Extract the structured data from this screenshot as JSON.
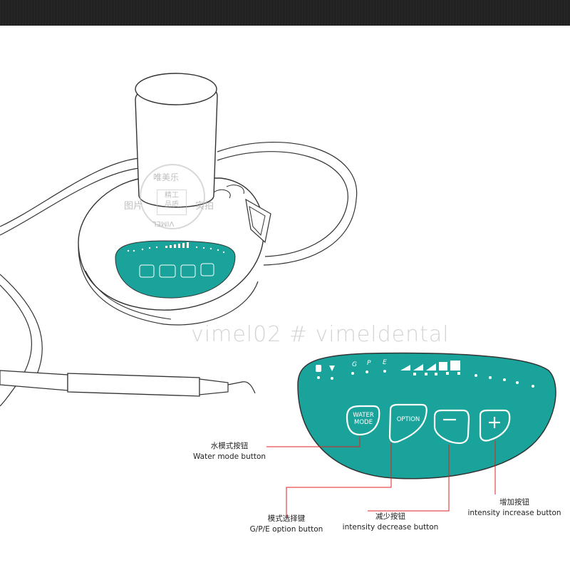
{
  "watermark": {
    "text": "vimel02 # vimeldental"
  },
  "stamp": {
    "top": "唯美乐",
    "middle": "精工\n品质",
    "left": "图片",
    "right": "实拍",
    "bottom": "VIMEL"
  },
  "panel": {
    "mode_letters": [
      "G",
      "P",
      "E"
    ],
    "buttons": {
      "water_mode": "WATER\nMODE",
      "option": "OPTION",
      "decrease": "−",
      "increase": "+"
    },
    "color": "#1aa39a"
  },
  "callouts": {
    "water_mode": {
      "zh": "水模式按钮",
      "en": "Water mode button"
    },
    "option": {
      "zh": "模式选择键",
      "en": "G/P/E option button"
    },
    "decrease": {
      "zh": "减少按钮",
      "en": "intensity decrease button"
    },
    "increase": {
      "zh": "增加按钮",
      "en": "intensity increase button"
    }
  },
  "colors": {
    "leader_line": "#e02020",
    "teal": "#1aa39a",
    "outline": "#333333"
  }
}
